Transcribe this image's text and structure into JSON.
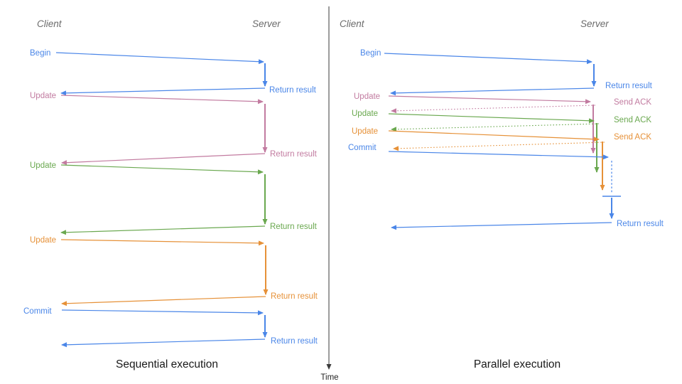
{
  "left_diagram": {
    "client_title": "Client",
    "server_title": "Server",
    "caption": "Sequential execution",
    "rows": [
      {
        "label": "Begin",
        "response": "Return result",
        "color": "#4a86e8"
      },
      {
        "label": "Update",
        "response": "Return result",
        "color": "#c27ba0"
      },
      {
        "label": "Update",
        "response": "Return result",
        "color": "#6aa84f"
      },
      {
        "label": "Update",
        "response": "Return result",
        "color": "#e69138"
      },
      {
        "label": "Commit",
        "response": "Return result",
        "color": "#4a86e8"
      }
    ]
  },
  "right_diagram": {
    "client_title": "Client",
    "server_title": "Server",
    "caption": "Parallel execution",
    "rows": [
      {
        "label": "Begin",
        "response": "Return result",
        "color": "#4a86e8"
      },
      {
        "label": "Update",
        "response": "Send ACK",
        "color": "#c27ba0"
      },
      {
        "label": "Update",
        "response": "Send ACK",
        "color": "#6aa84f"
      },
      {
        "label": "Update",
        "response": "Send ACK",
        "color": "#e69138"
      },
      {
        "label": "Commit",
        "response": "Return result",
        "color": "#4a86e8"
      }
    ]
  },
  "time_axis": {
    "label": "Time"
  },
  "colors": {
    "blue": "#4a86e8",
    "pink": "#c27ba0",
    "green": "#6aa84f",
    "orange": "#e69138",
    "title_gray": "#6b6b6b",
    "axis": "#3a3a3a"
  }
}
